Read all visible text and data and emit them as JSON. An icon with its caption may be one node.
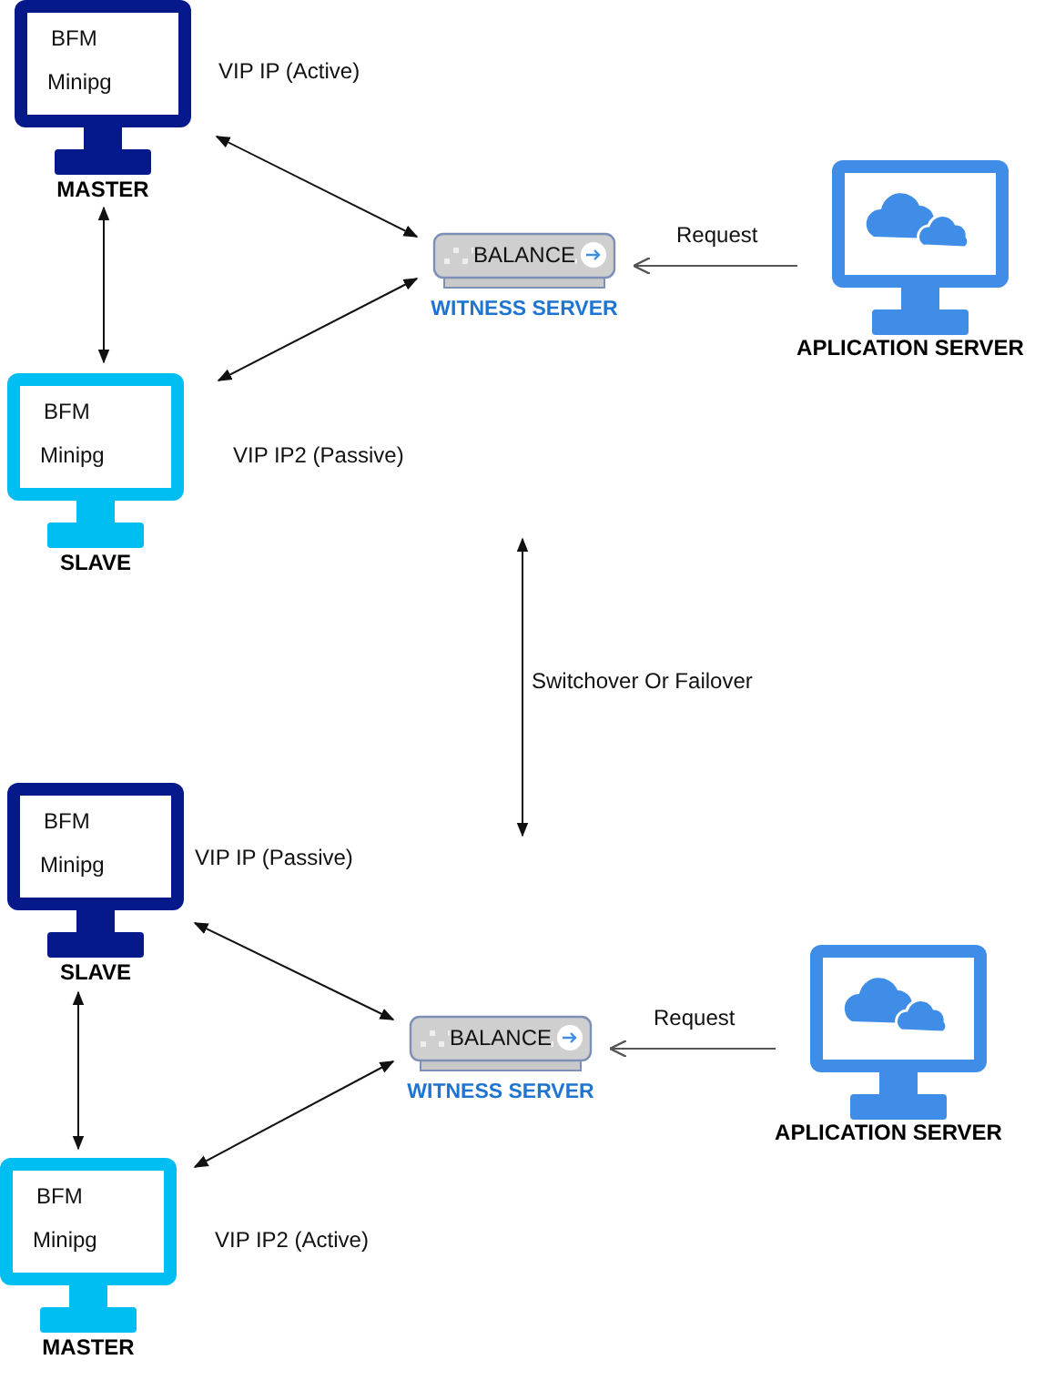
{
  "diagram": {
    "nodes": [
      {
        "text": [
          "BFM",
          "Minipg",
          "MASTER"
        ],
        "beside": [
          "VIP IP (Active)"
        ]
      },
      {
        "text": [
          "BALANCE",
          "WITNESS SERVER"
        ]
      },
      {
        "text": [
          "APLICATION SERVER"
        ]
      },
      {
        "text": [
          "BFM",
          "Minipg",
          "SLAVE"
        ],
        "beside": [
          "VIP IP2 (Passive)"
        ]
      },
      {
        "text": [
          "BFM",
          "Minipg",
          "SLAVE"
        ],
        "beside": [
          "VIP IP (Passive)"
        ]
      },
      {
        "text": [
          "BALANCE",
          "WITNESS SERVER"
        ]
      },
      {
        "text": [
          "APLICATION SERVER"
        ]
      },
      {
        "text": [
          "BFM",
          "Minipg",
          "MASTER"
        ],
        "beside": [
          "VIP IP2 (Active)"
        ]
      }
    ],
    "edges": [
      {
        "from": 0,
        "to": 1,
        "arrow": "both"
      },
      {
        "from": 0,
        "to": 3,
        "arrow": "both"
      },
      {
        "from": 3,
        "to": 1,
        "arrow": "both"
      },
      {
        "from": 2,
        "to": 1,
        "arrow": "to",
        "label": "Request",
        "color": "#555555"
      },
      {
        "from": 4,
        "to": 5,
        "arrow": "both"
      },
      {
        "from": 4,
        "to": 7,
        "arrow": "both"
      },
      {
        "from": 7,
        "to": 5,
        "arrow": "both"
      },
      {
        "from": 6,
        "to": 5,
        "arrow": "to",
        "label": "Request",
        "color": "#555555"
      }
    ],
    "labels": [
      "Switchover Or Failover"
    ]
  }
}
